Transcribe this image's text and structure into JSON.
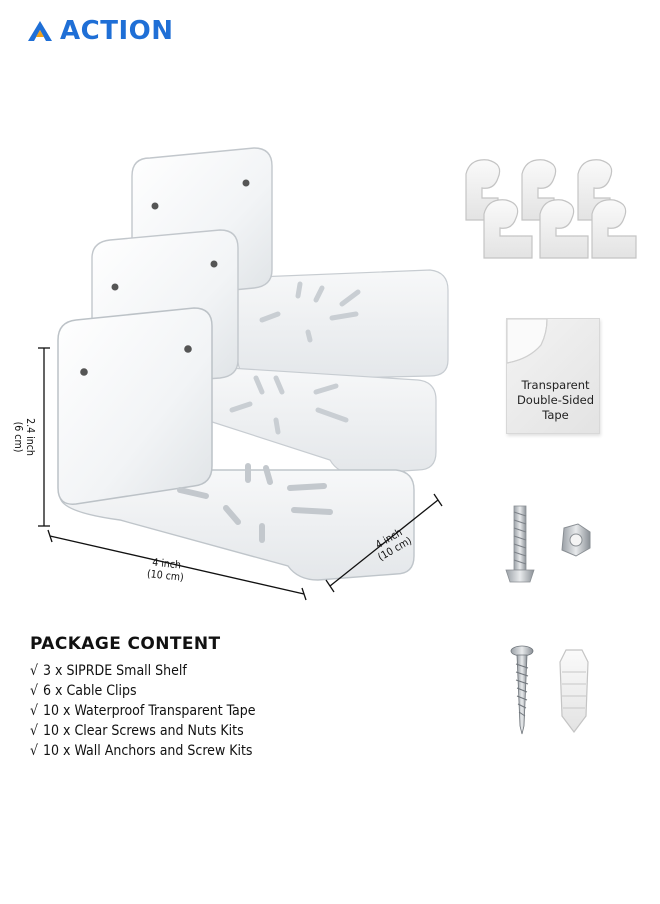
{
  "brand": {
    "name": "ACTION",
    "color": "#1f6fd6"
  },
  "dimensions": {
    "height": "2.4 inch\n(6 cm)",
    "width": "4 inch\n(10 cm)",
    "depth": "4 inch\n(10 cm)"
  },
  "tape": {
    "label": "Transparent\nDouble-Sided\nTape"
  },
  "package": {
    "title": "PACKAGE CONTENT",
    "check_mark": "√",
    "items": [
      "3 x SIPRDE Small Shelf",
      "6 x Cable Clips",
      "10 x Waterproof Transparent Tape",
      "10 x Clear Screws and Nuts Kits",
      "10 x Wall Anchors and Screw Kits"
    ]
  },
  "icons": {
    "logo": "action-logo-icon",
    "shelf": "acrylic-shelf-icon",
    "clip": "cable-clip-icon",
    "tape": "tape-sheet-icon",
    "bolt": "bolt-icon",
    "nut": "hex-nut-icon",
    "screw": "wood-screw-icon",
    "anchor": "wall-anchor-icon"
  }
}
